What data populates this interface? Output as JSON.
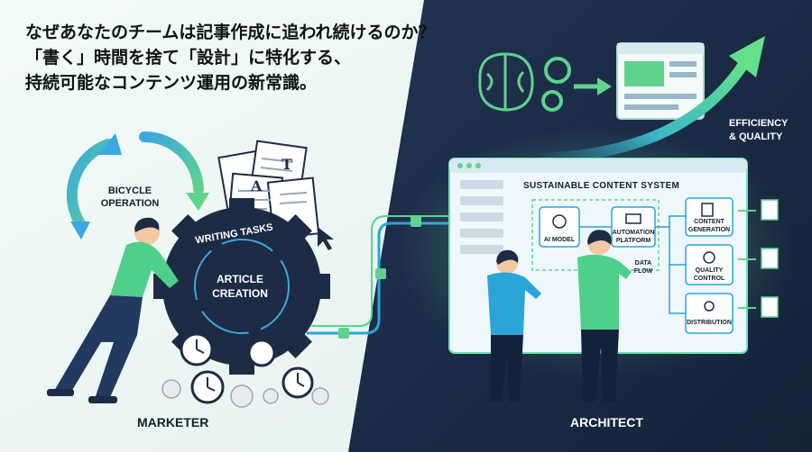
{
  "headline": {
    "line1": "なぜあなたのチームは記事作成に追われ続けるのか？",
    "line2": "「書く」時間を捨て「設計」に特化する、",
    "line3": "持続可能なコンテンツ運用の新常識。"
  },
  "left_scene": {
    "cycle_label_line1": "BICYCLE",
    "cycle_label_line2": "OPERATION",
    "gear_arc_label": "WRITING TASKS",
    "gear_center_line1": "ARTICLE",
    "gear_center_line2": "CREATION",
    "person_label": "MARKETER"
  },
  "right_scene": {
    "efficiency_line1": "EFFICIENCY",
    "efficiency_line2": "& QUALITY",
    "system_title": "SUSTAINABLE CONTENT SYSTEM",
    "nodes": {
      "ai_model": "AI MODEL",
      "automation_line1": "AUTOMATION",
      "automation_line2": "PLATFORM",
      "data_flow_line1": "DATA",
      "data_flow_line2": "FLOW",
      "content_line1": "CONTENT",
      "content_line2": "GENERATION",
      "quality_line1": "QUALITY",
      "quality_line2": "CONTROL",
      "distribution": "DISTRIBUTION"
    },
    "person_label": "ARCHITECT"
  },
  "colors": {
    "left_bg": "#eef7f4",
    "right_bg": "#1b2a44",
    "accent_green": "#5fd38d",
    "accent_blue": "#3aa0d8",
    "gear_dark": "#1d2b45"
  }
}
